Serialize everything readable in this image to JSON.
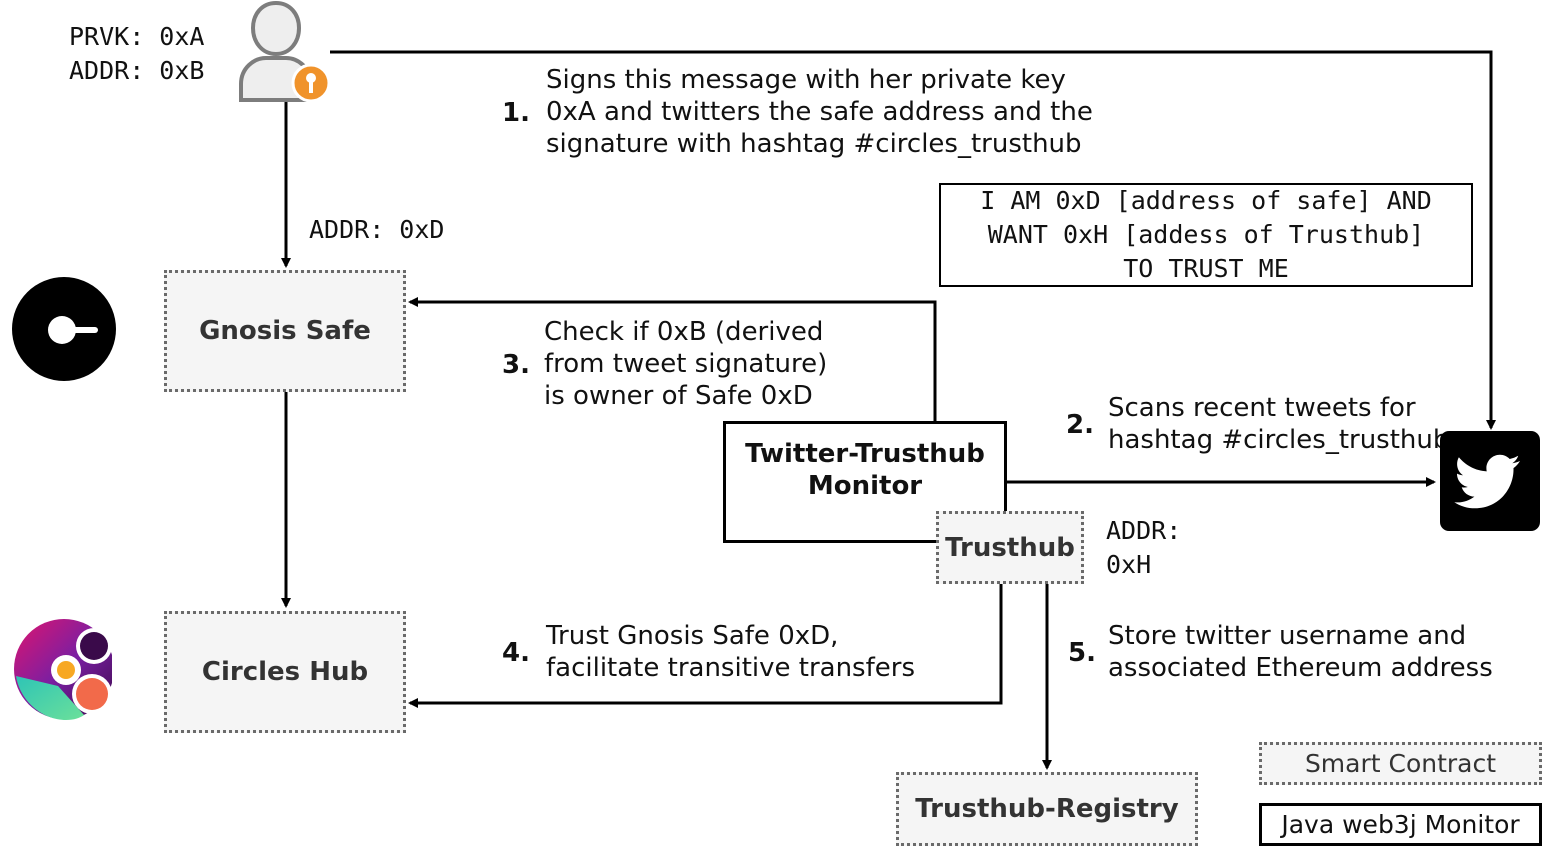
{
  "user": {
    "prvk_line": "PRVK: 0xA",
    "addr_line": "ADDR: 0xB",
    "icon": "user-with-key-icon"
  },
  "safe_addr_label": "ADDR: 0xD",
  "trusthub_addr_label": "ADDR:\n0xH",
  "nodes": {
    "gnosis_safe": "Gnosis Safe",
    "circles_hub": "Circles Hub",
    "monitor": "Twitter-Trusthub\nMonitor",
    "trusthub": "Trusthub",
    "registry": "Trusthub-Registry"
  },
  "message_box": "I AM 0xD [address of safe] AND\nWANT 0xH [addess of Trusthub]\nTO TRUST ME",
  "steps": [
    {
      "num": "1.",
      "text": "Signs this message with her private key\n0xA and twitters the safe address and the\nsignature with hashtag #circles_trusthub"
    },
    {
      "num": "2.",
      "text": "Scans recent tweets for\nhashtag #circles_trusthub"
    },
    {
      "num": "3.",
      "text": "Check if 0xB (derived\nfrom tweet signature)\nis owner of Safe 0xD"
    },
    {
      "num": "4.",
      "text": "Trust Gnosis Safe 0xD,\nfacilitate transitive transfers"
    },
    {
      "num": "5.",
      "text": "Store twitter username and\nassociated Ethereum address"
    }
  ],
  "legend": {
    "smart_contract": "Smart Contract",
    "monitor": "Java web3j Monitor"
  },
  "icons": [
    "gnosis-logo-icon",
    "circles-logo-icon",
    "twitter-bird-icon",
    "user-with-key-icon"
  ],
  "colors": {
    "line": "#000000",
    "contract_fill": "#f5f5f5",
    "contract_border": "#6a6a6a",
    "key_badge": "#f0932b"
  }
}
